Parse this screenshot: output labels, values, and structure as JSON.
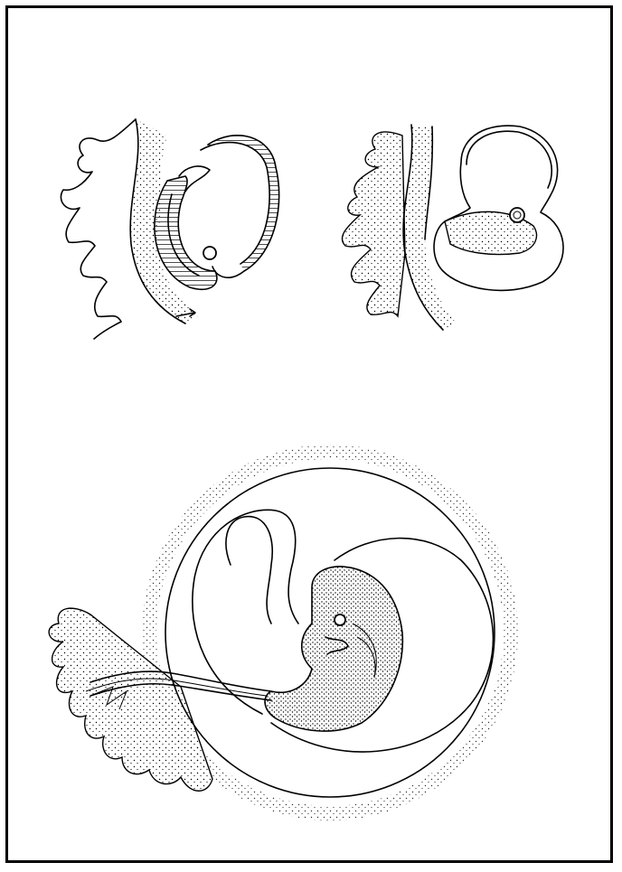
{
  "figure": {
    "panels": [
      {
        "id": "early-stage"
      },
      {
        "id": "middle-stage"
      },
      {
        "id": "late-stage"
      }
    ],
    "colors": {
      "ink": "#000000",
      "paper": "#ffffff"
    }
  }
}
